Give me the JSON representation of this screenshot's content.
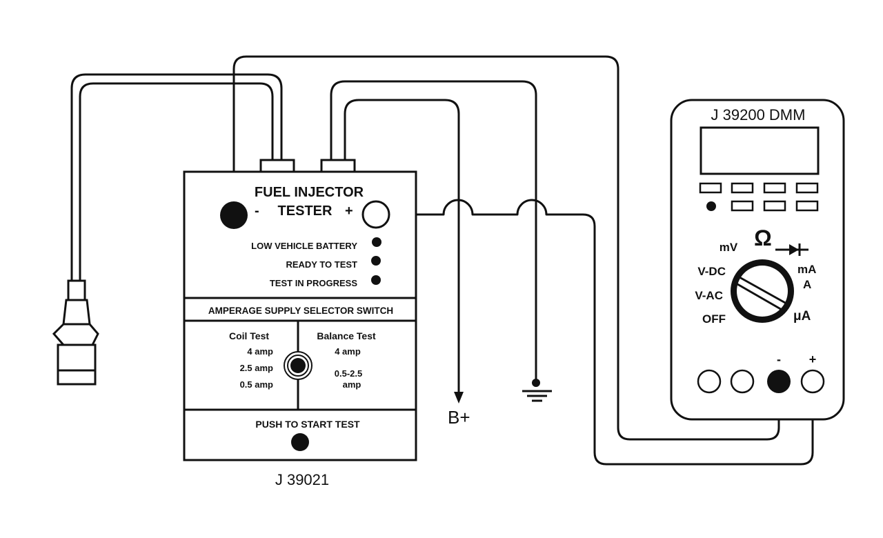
{
  "tester": {
    "title_line1": "FUEL INJECTOR",
    "title_line2": "TESTER",
    "minus": "-",
    "plus": "+",
    "indicators": [
      "LOW VEHICLE BATTERY",
      "READY TO TEST",
      "TEST IN PROGRESS"
    ],
    "selector_title": "AMPERAGE SUPPLY SELECTOR SWITCH",
    "coil_test": {
      "label": "Coil Test",
      "options": [
        "4 amp",
        "2.5 amp",
        "0.5 amp"
      ]
    },
    "balance_test": {
      "label": "Balance Test",
      "options": [
        "4 amp",
        "0.5-2.5",
        "amp"
      ]
    },
    "push_label": "PUSH TO START TEST",
    "model": "J 39021"
  },
  "dmm": {
    "title": "J 39200 DMM",
    "dial_labels": {
      "mv": "mV",
      "ohm": "Ω",
      "vdc": "V-DC",
      "vac": "V-AC",
      "off": "OFF",
      "ma": "mA",
      "a": "A",
      "ua": "μA"
    },
    "jack_minus": "-",
    "jack_plus": "+"
  },
  "labels": {
    "battery": "B+"
  }
}
